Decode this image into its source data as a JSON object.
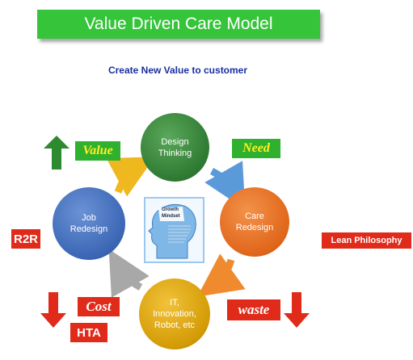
{
  "title": "Value Driven Care Model",
  "subtitle": "Create New Value to customer",
  "nodes": {
    "design": "Design\nThinking",
    "care": "Care\nRedesign",
    "it": "IT,\nInnovation,\nRobot, etc",
    "job": "Job\nRedesign"
  },
  "center": {
    "label": "Growth\nMindset"
  },
  "tags": {
    "value": "Value",
    "need": "Need",
    "cost": "Cost",
    "waste": "waste",
    "r2r": "R2R",
    "hta": "HTA",
    "lean": "Lean Philosophy"
  },
  "colors": {
    "banner": "#36c43a",
    "design": "#2f7a33",
    "care": "#e0661a",
    "it": "#d39b05",
    "job": "#3b66b4",
    "up_arrow": "#2e8a2e",
    "down_arrow": "#e02a1a"
  }
}
